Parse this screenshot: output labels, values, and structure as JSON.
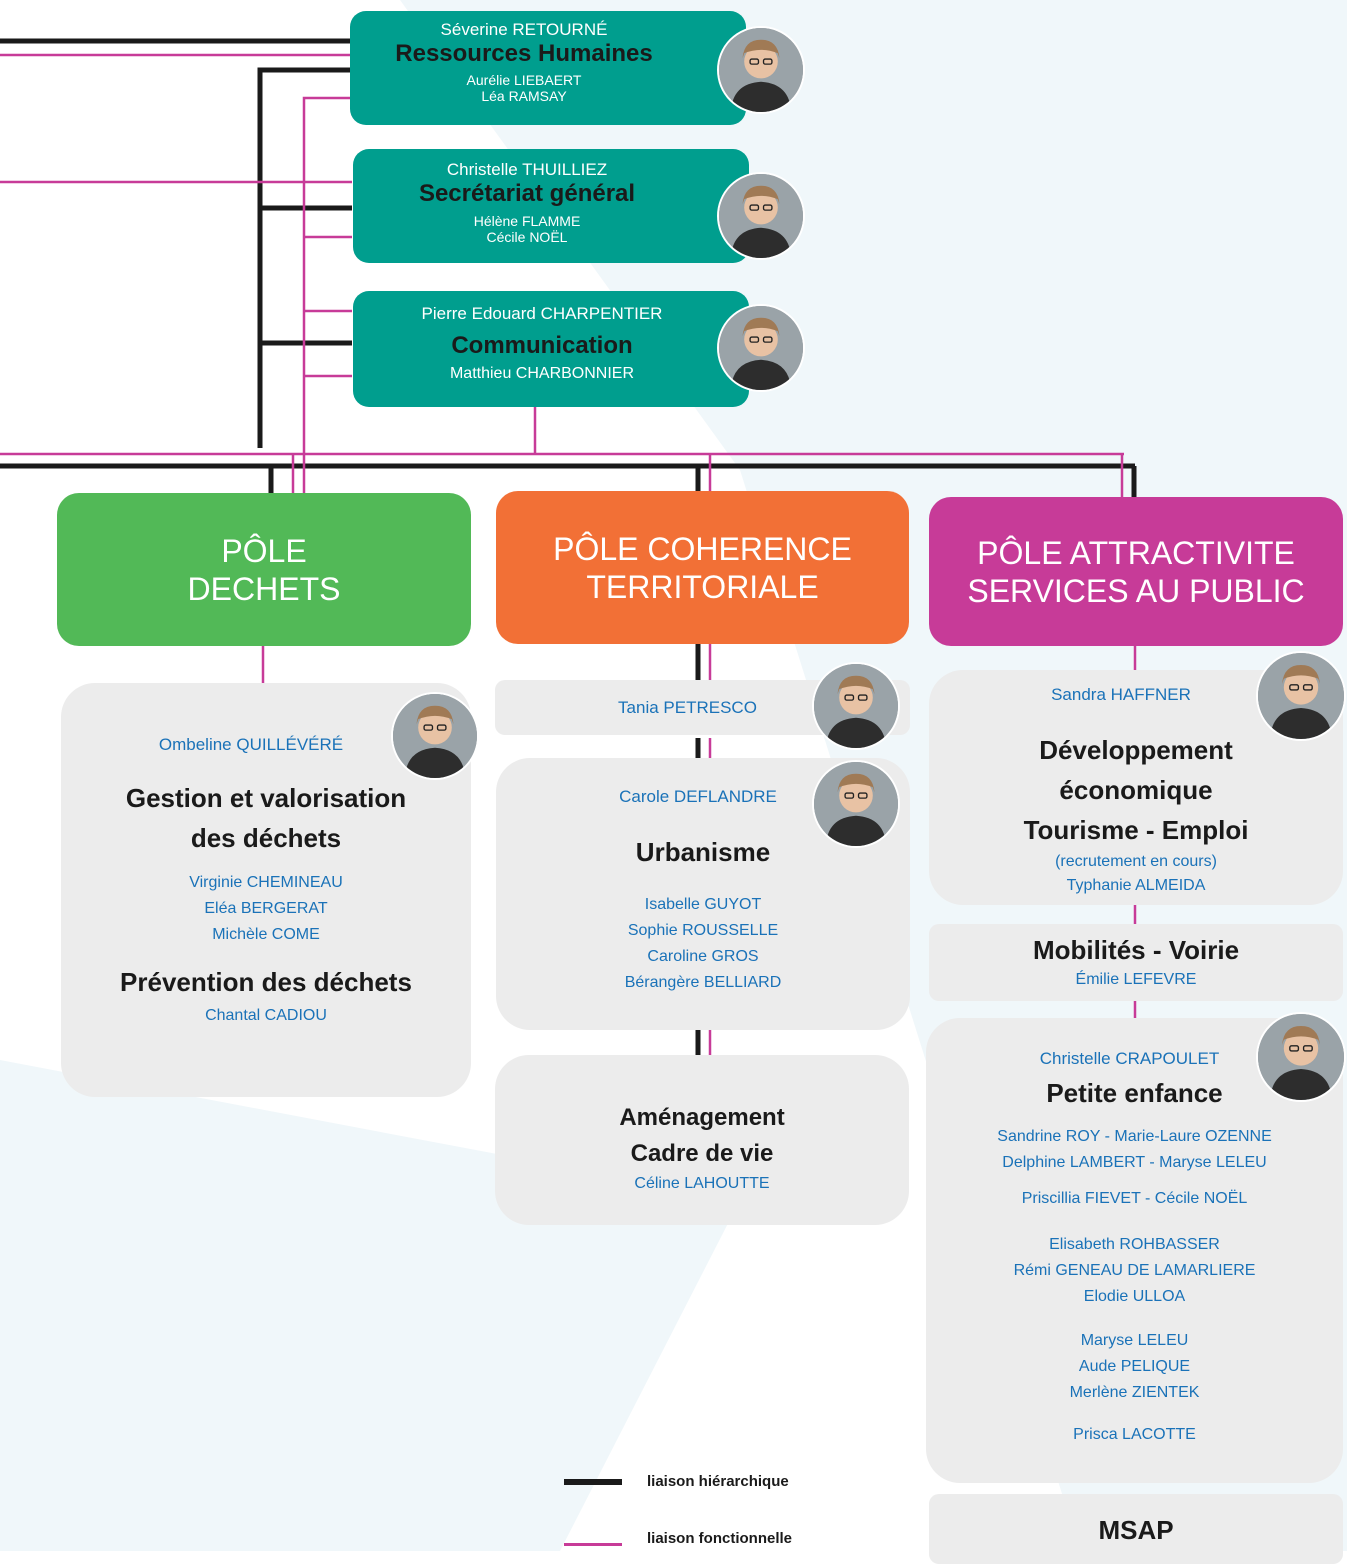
{
  "top_services": [
    {
      "lead": "Séverine RETOURNÉ",
      "service": "Ressources Humaines",
      "staff": [
        "Aurélie LIEBAERT",
        "Léa RAMSAY"
      ]
    },
    {
      "lead": "Christelle THUILLIEZ",
      "service": "Secrétariat général",
      "staff": [
        "Hélène FLAMME",
        "Cécile NOËL"
      ]
    },
    {
      "lead": "Pierre Edouard CHARPENTIER",
      "service": "Communication",
      "staff": [
        "Matthieu CHARBONNIER"
      ]
    }
  ],
  "poles": [
    {
      "line1": "PÔLE",
      "line2": "DECHETS",
      "color": "#52b957"
    },
    {
      "line1": "PÔLE COHERENCE",
      "line2": "TERRITORIALE",
      "color": "#f27036"
    },
    {
      "line1": "PÔLE ATTRACTIVITE",
      "line2": "SERVICES AU PUBLIC",
      "color": "#c73b98"
    }
  ],
  "dechets": {
    "lead": "Ombeline QUILLÉVÉRÉ",
    "service1_line1": "Gestion et valorisation",
    "service1_line2": "des déchets",
    "staff1": [
      "Virginie CHEMINEAU",
      "Eléa BERGERAT",
      "Michèle COME"
    ],
    "service2": "Prévention des déchets",
    "staff2": [
      "Chantal CADIOU"
    ]
  },
  "coherence": {
    "top_person": "Tania PETRESCO",
    "lead": "Carole DEFLANDRE",
    "service": "Urbanisme",
    "staff": [
      "Isabelle GUYOT",
      "Sophie ROUSSELLE",
      "Caroline GROS",
      "Bérangère BELLIARD"
    ],
    "amenagement_line1": "Aménagement",
    "amenagement_line2": "Cadre de vie",
    "amenagement_staff": "Céline LAHOUTTE"
  },
  "attractivite": {
    "lead": "Sandra HAFFNER",
    "dev_line1": "Développement",
    "dev_line2": "économique",
    "dev_line3": "Tourisme - Emploi",
    "dev_note": "(recrutement en cours)",
    "dev_staff": "Typhanie ALMEIDA",
    "mobilite": "Mobilités - Voirie",
    "mobilite_staff": "Émilie LEFEVRE",
    "petite_lead": "Christelle CRAPOULET",
    "petite": "Petite enfance",
    "petite_groups": [
      [
        "Sandrine ROY - Marie-Laure OZENNE",
        "Delphine LAMBERT - Maryse LELEU"
      ],
      [
        "Priscillia FIEVET - Cécile NOËL"
      ],
      [
        "Elisabeth ROHBASSER",
        "Rémi GENEAU DE LAMARLIERE",
        "Elodie ULLOA"
      ],
      [
        "Maryse LELEU",
        "Aude PELIQUE",
        "Merlène ZIENTEK"
      ],
      [
        "Prisca LACOTTE"
      ]
    ],
    "msap": "MSAP"
  },
  "legend": {
    "hier": "liaison hiérarchique",
    "fonc": "liaison fonctionnelle",
    "hier_color": "#1a1a1a",
    "fonc_color": "#c73b98"
  }
}
